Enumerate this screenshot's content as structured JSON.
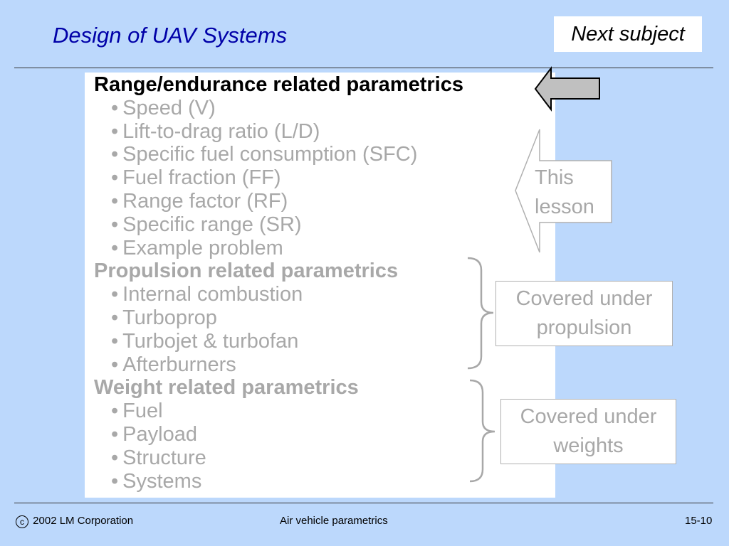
{
  "header": {
    "title": "Design of UAV Systems",
    "next_subject_label": "Next subject"
  },
  "sections": [
    {
      "heading": "Range/endurance related parametrics",
      "active": true,
      "items": [
        "Speed (V)",
        "Lift-to-drag ratio (L/D)",
        "Specific fuel consumption (SFC)",
        "Fuel fraction (FF)",
        "Range factor (RF)",
        "Specific range (SR)",
        "Example problem"
      ]
    },
    {
      "heading": "Propulsion related parametrics",
      "active": false,
      "items": [
        "Internal combustion",
        "Turboprop",
        "Turbojet & turbofan",
        "Afterburners"
      ]
    },
    {
      "heading": "Weight related parametrics",
      "active": false,
      "items": [
        "Fuel",
        "Payload",
        "Structure",
        "Systems"
      ]
    }
  ],
  "callouts": {
    "this_lesson_line1": "This",
    "this_lesson_line2": "lesson",
    "propulsion_line1": "Covered under",
    "propulsion_line2": "propulsion",
    "weights_line1": "Covered under",
    "weights_line2": "weights"
  },
  "icons": {
    "current_section_pointer": "left-arrow-icon",
    "copyright": "copyright-icon"
  },
  "colors": {
    "background": "#bcd8fc",
    "title": "#0000a8",
    "active_text": "#000000",
    "inactive_text": "#a8a8a8",
    "arrow_fill": "#c0c0c0"
  },
  "footer": {
    "copyright_symbol": "c",
    "copyright_text": "2002 LM Corporation",
    "center": "Air vehicle parametrics",
    "page_number": "15-10"
  }
}
